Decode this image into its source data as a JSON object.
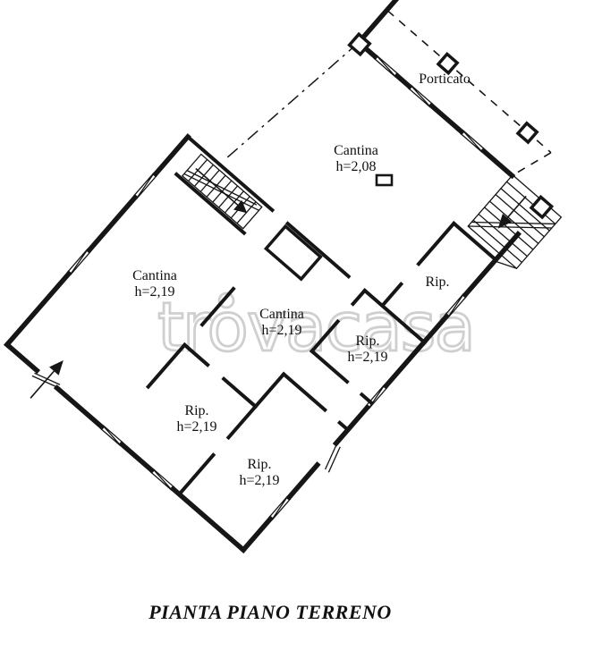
{
  "plan": {
    "title": "PIANTA PIANO TERRENO",
    "watermark": "trovacasa",
    "rooms": [
      {
        "label": "Porticato",
        "height": ""
      },
      {
        "label": "Cantina",
        "height": "h=2,08"
      },
      {
        "label": "Cantina",
        "height": "h=2,19"
      },
      {
        "label": "Cantina",
        "height": "h=2,19"
      },
      {
        "label": "Rip.",
        "height": ""
      },
      {
        "label": "Rip.",
        "height": "h=2,19"
      },
      {
        "label": "Rip.",
        "height": "h=2,19"
      },
      {
        "label": "Rip.",
        "height": "h=2,19"
      }
    ],
    "colors": {
      "line": "#161616",
      "watermark": "#cfcfcf",
      "background": "#ffffff"
    }
  }
}
